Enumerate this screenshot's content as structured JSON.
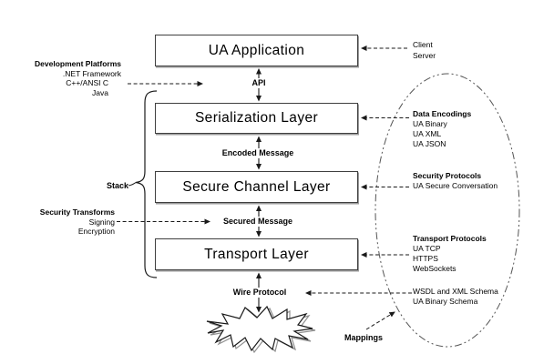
{
  "diagram": {
    "layers": [
      {
        "label": "UA Application"
      },
      {
        "label": "Serialization Layer"
      },
      {
        "label": "Secure Channel Layer"
      },
      {
        "label": "Transport Layer"
      }
    ],
    "connector_labels": [
      {
        "label": "API"
      },
      {
        "label": "Encoded Message"
      },
      {
        "label": "Secured Message"
      },
      {
        "label": "Wire Protocol"
      }
    ],
    "left": {
      "development_platforms": {
        "title": "Development Platforms",
        "items": [
          ".NET Framework",
          "C++/ANSI C",
          "Java"
        ]
      },
      "stack_label": "Stack",
      "security_transforms": {
        "title": "Security Transforms",
        "items": [
          "Signing",
          "Encryption"
        ]
      }
    },
    "right": {
      "client_server": {
        "items": [
          "Client",
          "Server"
        ]
      },
      "data_encodings": {
        "title": "Data Encodings",
        "items": [
          "UA Binary",
          "UA XML",
          "UA JSON"
        ]
      },
      "security_protocols": {
        "title": "Security Protocols",
        "items": [
          "UA Secure Conversation"
        ]
      },
      "transport_protocols": {
        "title": "Transport Protocols",
        "items": [
          "UA TCP",
          "HTTPS",
          "WebSockets"
        ]
      },
      "schemas": {
        "items": [
          "WSDL and XML Schema",
          "UA Binary Schema"
        ]
      },
      "mappings_label": "Mappings"
    },
    "colors": {
      "line": "#1a1a1a",
      "ellipse_stroke": "#555555",
      "box_border": "#3f3f3f",
      "background": "#ffffff"
    }
  }
}
